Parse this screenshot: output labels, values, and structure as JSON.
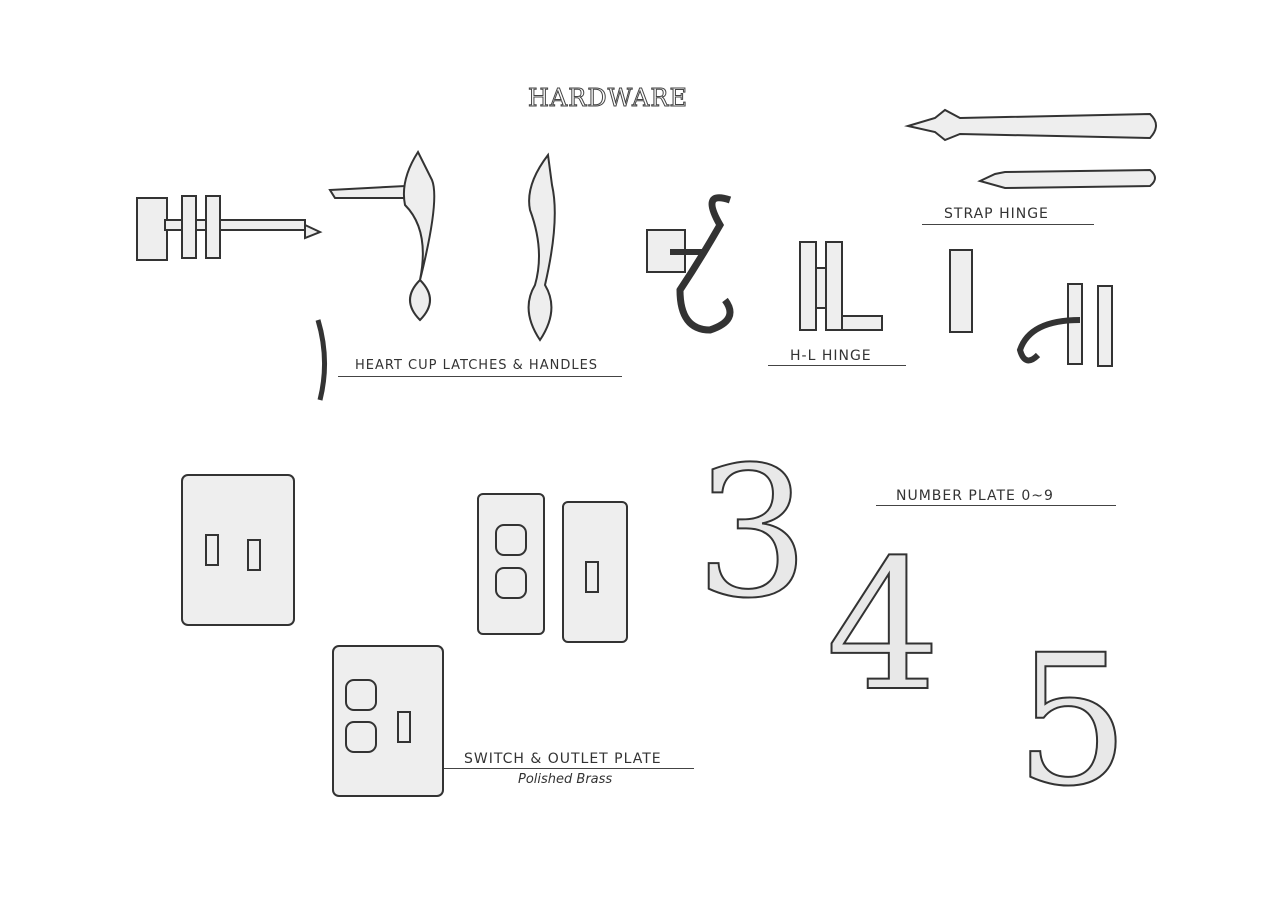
{
  "title": "HARDWARE",
  "labels": {
    "strap_hinge": "STRAP HINGE",
    "heart_cup": "HEART CUP LATCHES & HANDLES",
    "hl_hinge": "H-L HINGE",
    "number_plate": "NUMBER PLATE 0~9",
    "switch_outlet": "SWITCH & OUTLET PLATE",
    "finish": "Polished Brass"
  },
  "numbers": [
    "3",
    "4",
    "5"
  ]
}
